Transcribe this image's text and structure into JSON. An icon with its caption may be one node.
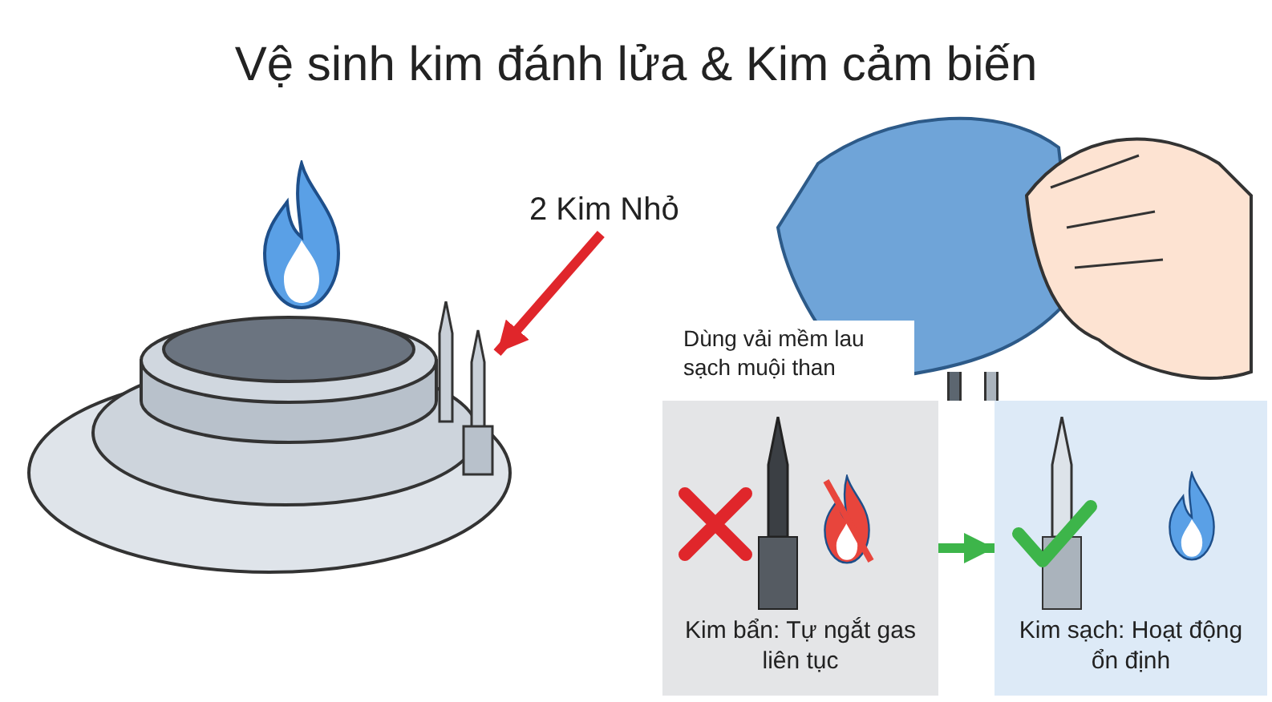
{
  "diagram": {
    "title": "Vệ sinh kim đánh lửa & Kim cảm biến",
    "nodes": [
      {
        "text": [
          "2 Kim Nhỏ"
        ]
      },
      {
        "text": [],
        "shape": "picture"
      },
      {
        "text": [
          "Kim bẩn: Tự ngắt gas liên tục"
        ]
      },
      {
        "text": [
          "Kim sạch: Hoạt động ổn định"
        ]
      }
    ],
    "edges": [
      {
        "from": 0,
        "to": 1,
        "arrow": "to",
        "color": "#e0262b"
      },
      {
        "from": 2,
        "to": 3,
        "arrow": "to",
        "color": "#3db54a"
      }
    ],
    "labels": [
      "Dùng vải mềm lau sạch muội than"
    ]
  }
}
